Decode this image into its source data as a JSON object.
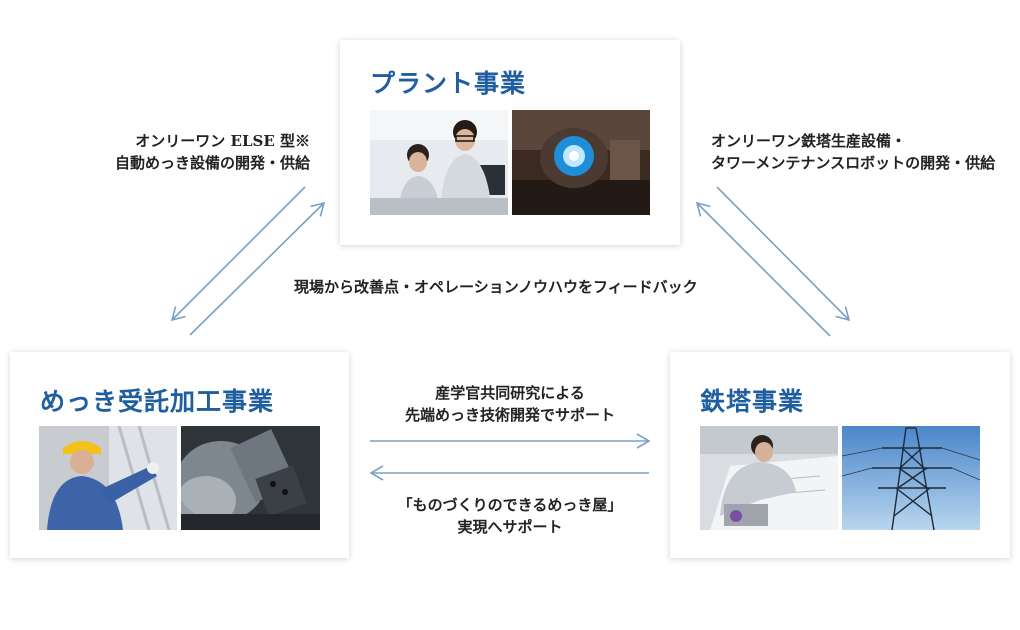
{
  "nodes": {
    "plant": {
      "title": "プラント事業",
      "photos": [
        "engineers-at-computer-photo",
        "plasma-welding-machine-photo"
      ]
    },
    "plating": {
      "title": "めっき受託加工事業",
      "photos": [
        "worker-with-helmet-photo",
        "galvanizing-steam-photo"
      ]
    },
    "tower": {
      "title": "鉄塔事業",
      "photos": [
        "designer-drawing-photo",
        "transmission-tower-photo"
      ]
    }
  },
  "edges": {
    "plant_plating": [
      "オンリーワン ELSE 型※",
      "自動めっき設備の開発・供給"
    ],
    "plant_tower": [
      "オンリーワン鉄塔生産設備・",
      "タワーメンテナンスロボットの開発・供給"
    ],
    "feedback": "現場から改善点・オペレーションノウハウをフィードバック",
    "research": [
      "産学官共同研究による",
      "先端めっき技術開発でサポート"
    ],
    "support": [
      "「ものづくりのできるめっき屋」",
      "実現へサポート"
    ]
  },
  "colors": {
    "accent": "#1f5fa0",
    "arrow": "#7aa0c6"
  }
}
